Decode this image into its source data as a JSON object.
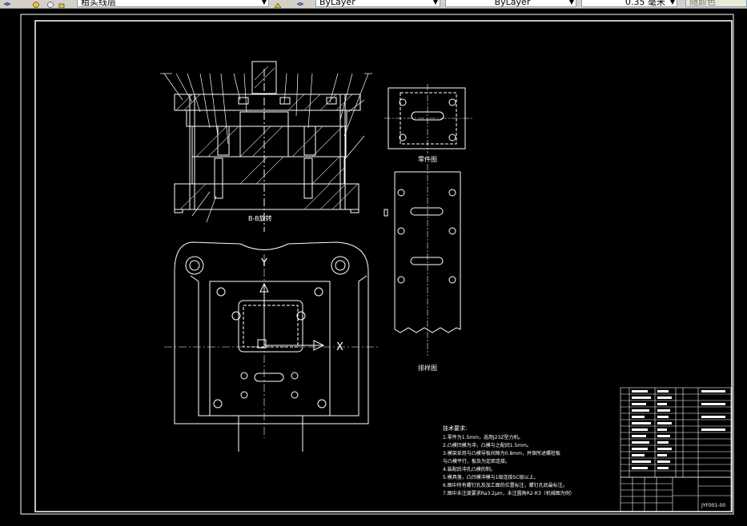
{
  "toolbar": {
    "layer_combo_value": "粗实线层",
    "color_combo_value": "ByLayer",
    "linetype_combo_value": "ByLayer",
    "lineweight_combo_value": "0.35 毫米",
    "plotstyle_combo_value": "随颜色"
  },
  "drawing": {
    "section_view_label": "B-B旋转",
    "part_drawing_label": "零件图",
    "strip_layout_label": "排样图",
    "axis_y_label": "Y",
    "axis_x_label": "X",
    "tech_requirements": {
      "title": "技术要求:",
      "lines": [
        "1.零件为1.5mm，选用J23Z型力机。",
        "2.凸模凹模为冲，凸模与之配间1.5mm。",
        "3.模架采用与凸模导板间隙为0.8mm，并保所述螺栓板",
        "与凸模平行，板及为定距连接。",
        "4.装配后冲孔凸模的制。",
        "5.模具落，凸凹模冲模与1级连接SC级以上。",
        "6.图中所有螺钉孔及加工面的位置标注，螺钉孔底最标注。",
        "7.图中未注度要求Ra3.2μm，未注圆角R2-R3（机械图为例）"
      ]
    },
    "title_block": {
      "drawing_no": "JYF001-00"
    }
  },
  "colors": {
    "background": "#000000",
    "lines": "#ffffff",
    "toolbar": "#d4d0c8"
  }
}
